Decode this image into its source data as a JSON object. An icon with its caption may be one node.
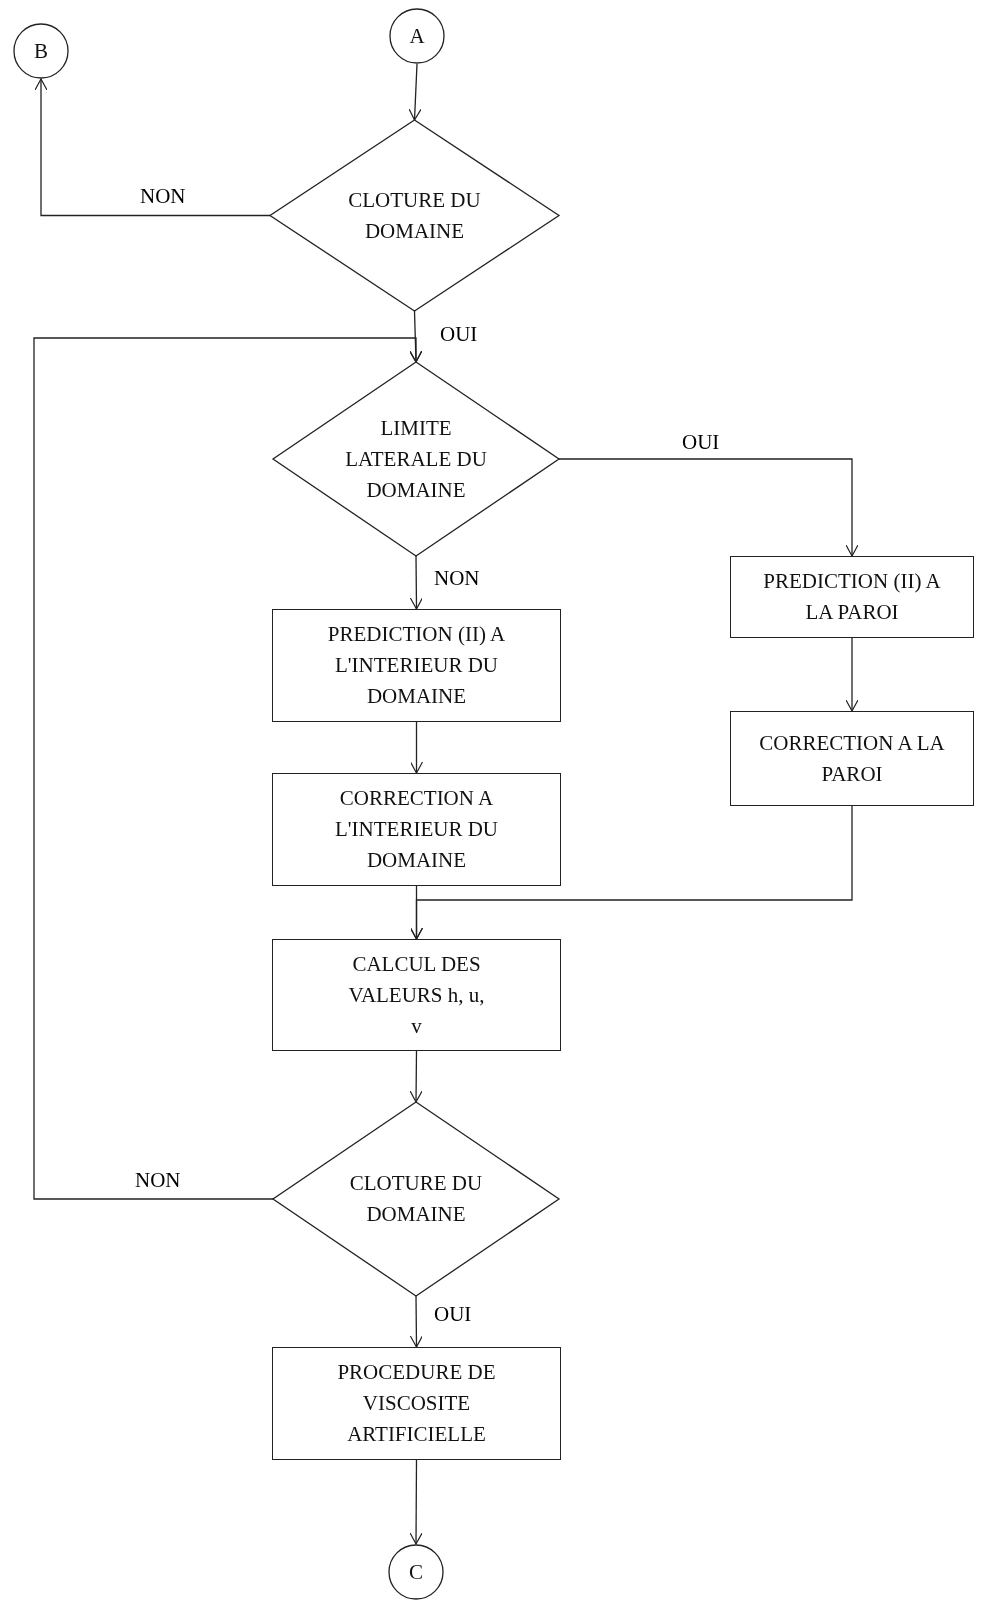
{
  "diagram": {
    "nodes": [
      {
        "text": [
          "A"
        ]
      },
      {
        "text": [
          "B"
        ]
      },
      {
        "text": [
          "CLOTURE DU DOMAINE"
        ]
      },
      {
        "text": [
          "LIMITE LATERALE DU DOMAINE"
        ]
      },
      {
        "text": [
          "PREDICTION (II) A L'INTERIEUR DU DOMAINE"
        ]
      },
      {
        "text": [
          "PREDICTION (II) A LA PAROI"
        ]
      },
      {
        "text": [
          "CORRECTION A LA PAROI"
        ]
      },
      {
        "text": [
          "CORRECTION A L'INTERIEUR DU DOMAINE"
        ]
      },
      {
        "text": [
          "CALCUL DES VALEURS h, u, v"
        ]
      },
      {
        "text": [
          "CLOTURE DU DOMAINE"
        ]
      },
      {
        "text": [
          "PROCEDURE DE VISCOSITE ARTIFICIELLE"
        ]
      },
      {
        "text": [
          "C"
        ]
      }
    ],
    "edges": [
      {
        "from": 0,
        "to": 2,
        "arrow": "to"
      },
      {
        "from": 2,
        "to": 1,
        "arrow": "to",
        "label": "NON"
      },
      {
        "from": 2,
        "to": 3,
        "arrow": "to",
        "label": "OUI"
      },
      {
        "from": 3,
        "to": 5,
        "arrow": "to",
        "label": "OUI"
      },
      {
        "from": 3,
        "to": 4,
        "arrow": "to",
        "label": "NON"
      },
      {
        "from": 5,
        "to": 6,
        "arrow": "to"
      },
      {
        "from": 4,
        "to": 7,
        "arrow": "to"
      },
      {
        "from": 6,
        "to": 8,
        "arrow": "to"
      },
      {
        "from": 7,
        "to": 8,
        "arrow": "to"
      },
      {
        "from": 8,
        "to": 9,
        "arrow": "to"
      },
      {
        "from": 9,
        "to": 3,
        "arrow": "to",
        "label": "NON"
      },
      {
        "from": 9,
        "to": 10,
        "arrow": "to",
        "label": "OUI"
      },
      {
        "from": 10,
        "to": 11,
        "arrow": "to"
      }
    ]
  }
}
